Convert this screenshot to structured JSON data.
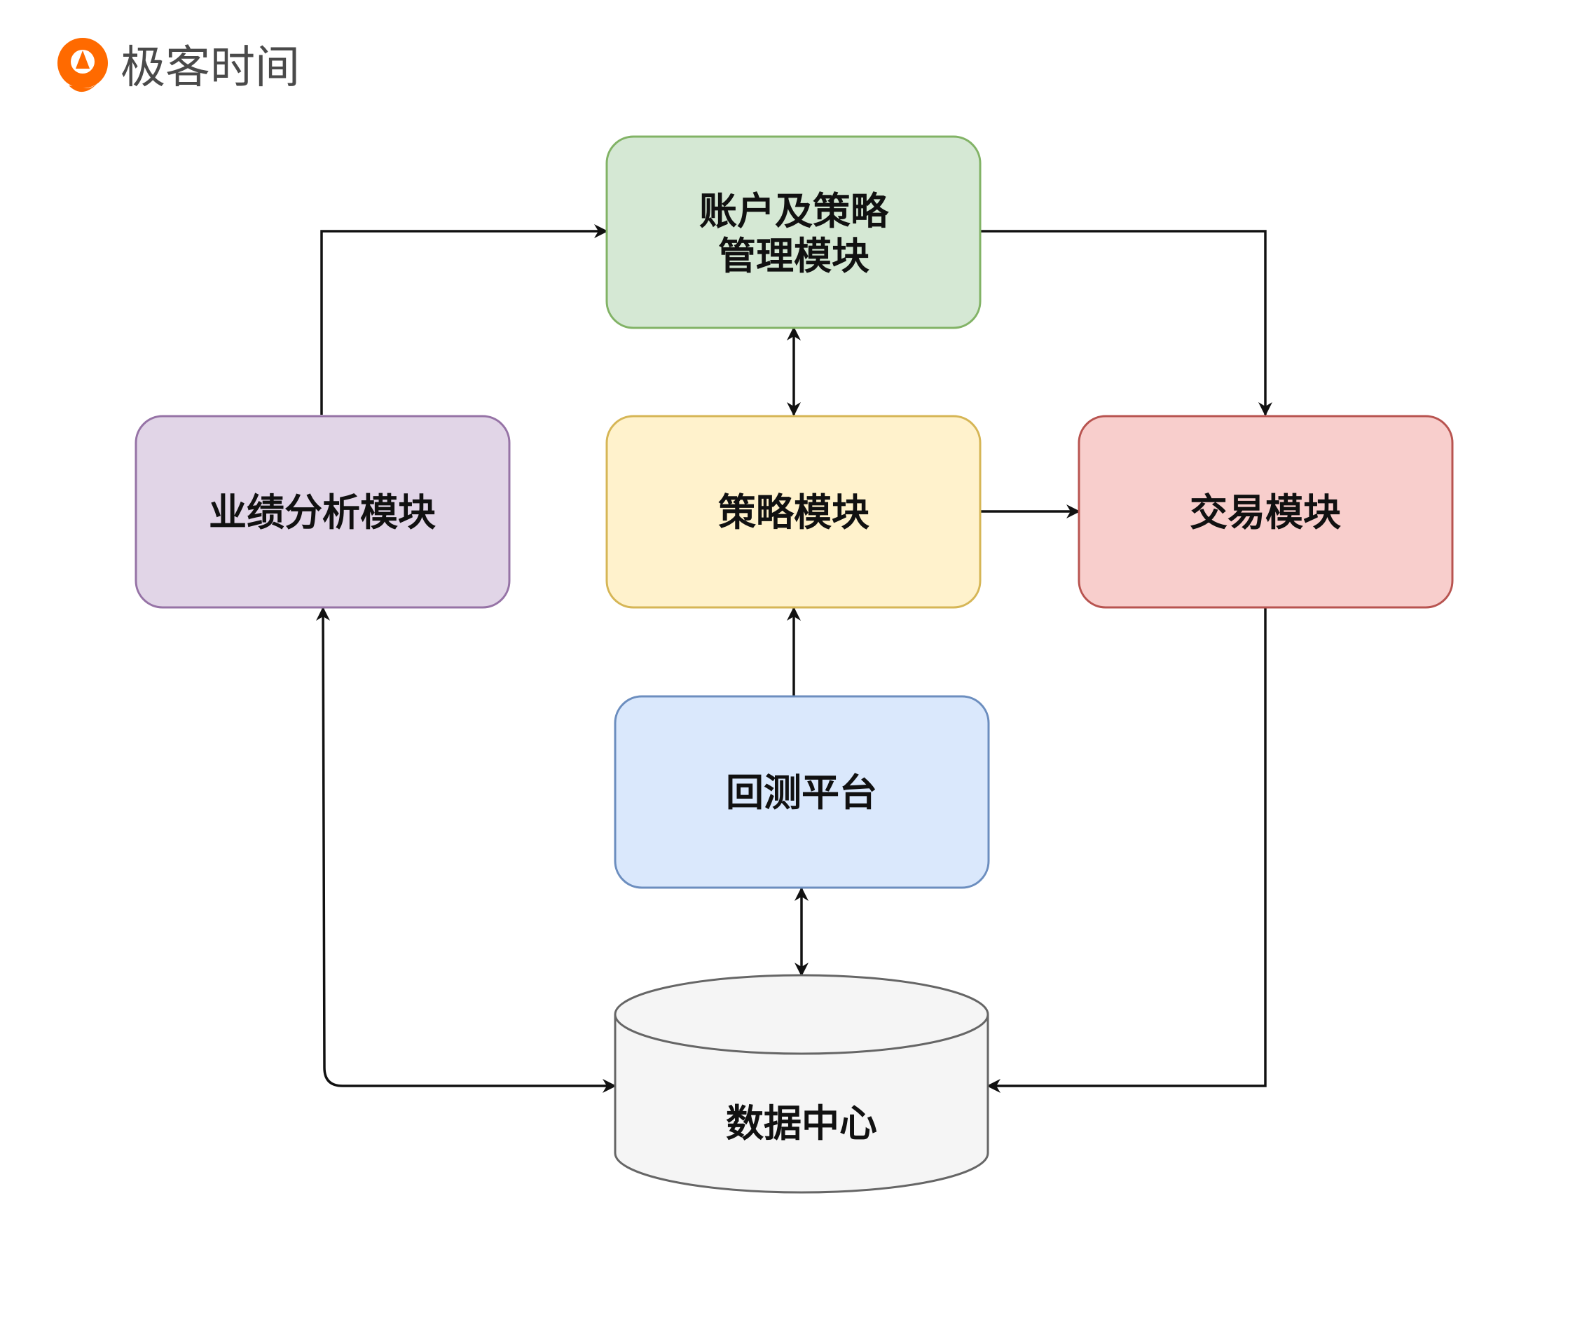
{
  "logo": {
    "text": "极客时间",
    "color": "#ff6a00"
  },
  "nodes": {
    "account": {
      "line1": "账户及策略",
      "line2": "管理模块",
      "fill": "#d5e8d4",
      "stroke": "#82b366"
    },
    "performance": {
      "label": "业绩分析模块",
      "fill": "#e1d5e7",
      "stroke": "#9673a6"
    },
    "strategy": {
      "label": "策略模块",
      "fill": "#fff2cc",
      "stroke": "#d6b656"
    },
    "trading": {
      "label": "交易模块",
      "fill": "#f8cecc",
      "stroke": "#b85450"
    },
    "backtest": {
      "label": "回测平台",
      "fill": "#dae8fc",
      "stroke": "#6c8ebf"
    },
    "datacenter": {
      "label": "数据中心",
      "fill": "#f5f5f5",
      "stroke": "#666666"
    }
  },
  "edges": [
    {
      "from": "performance",
      "to": "account",
      "bidirectional": false
    },
    {
      "from": "account",
      "to": "trading",
      "bidirectional": false
    },
    {
      "from": "account",
      "to": "strategy",
      "bidirectional": true
    },
    {
      "from": "strategy",
      "to": "trading",
      "bidirectional": false
    },
    {
      "from": "backtest",
      "to": "strategy",
      "bidirectional": false
    },
    {
      "from": "backtest",
      "to": "datacenter",
      "bidirectional": true
    },
    {
      "from": "datacenter",
      "to": "performance",
      "bidirectional": true
    },
    {
      "from": "trading",
      "to": "datacenter",
      "bidirectional": false
    }
  ]
}
